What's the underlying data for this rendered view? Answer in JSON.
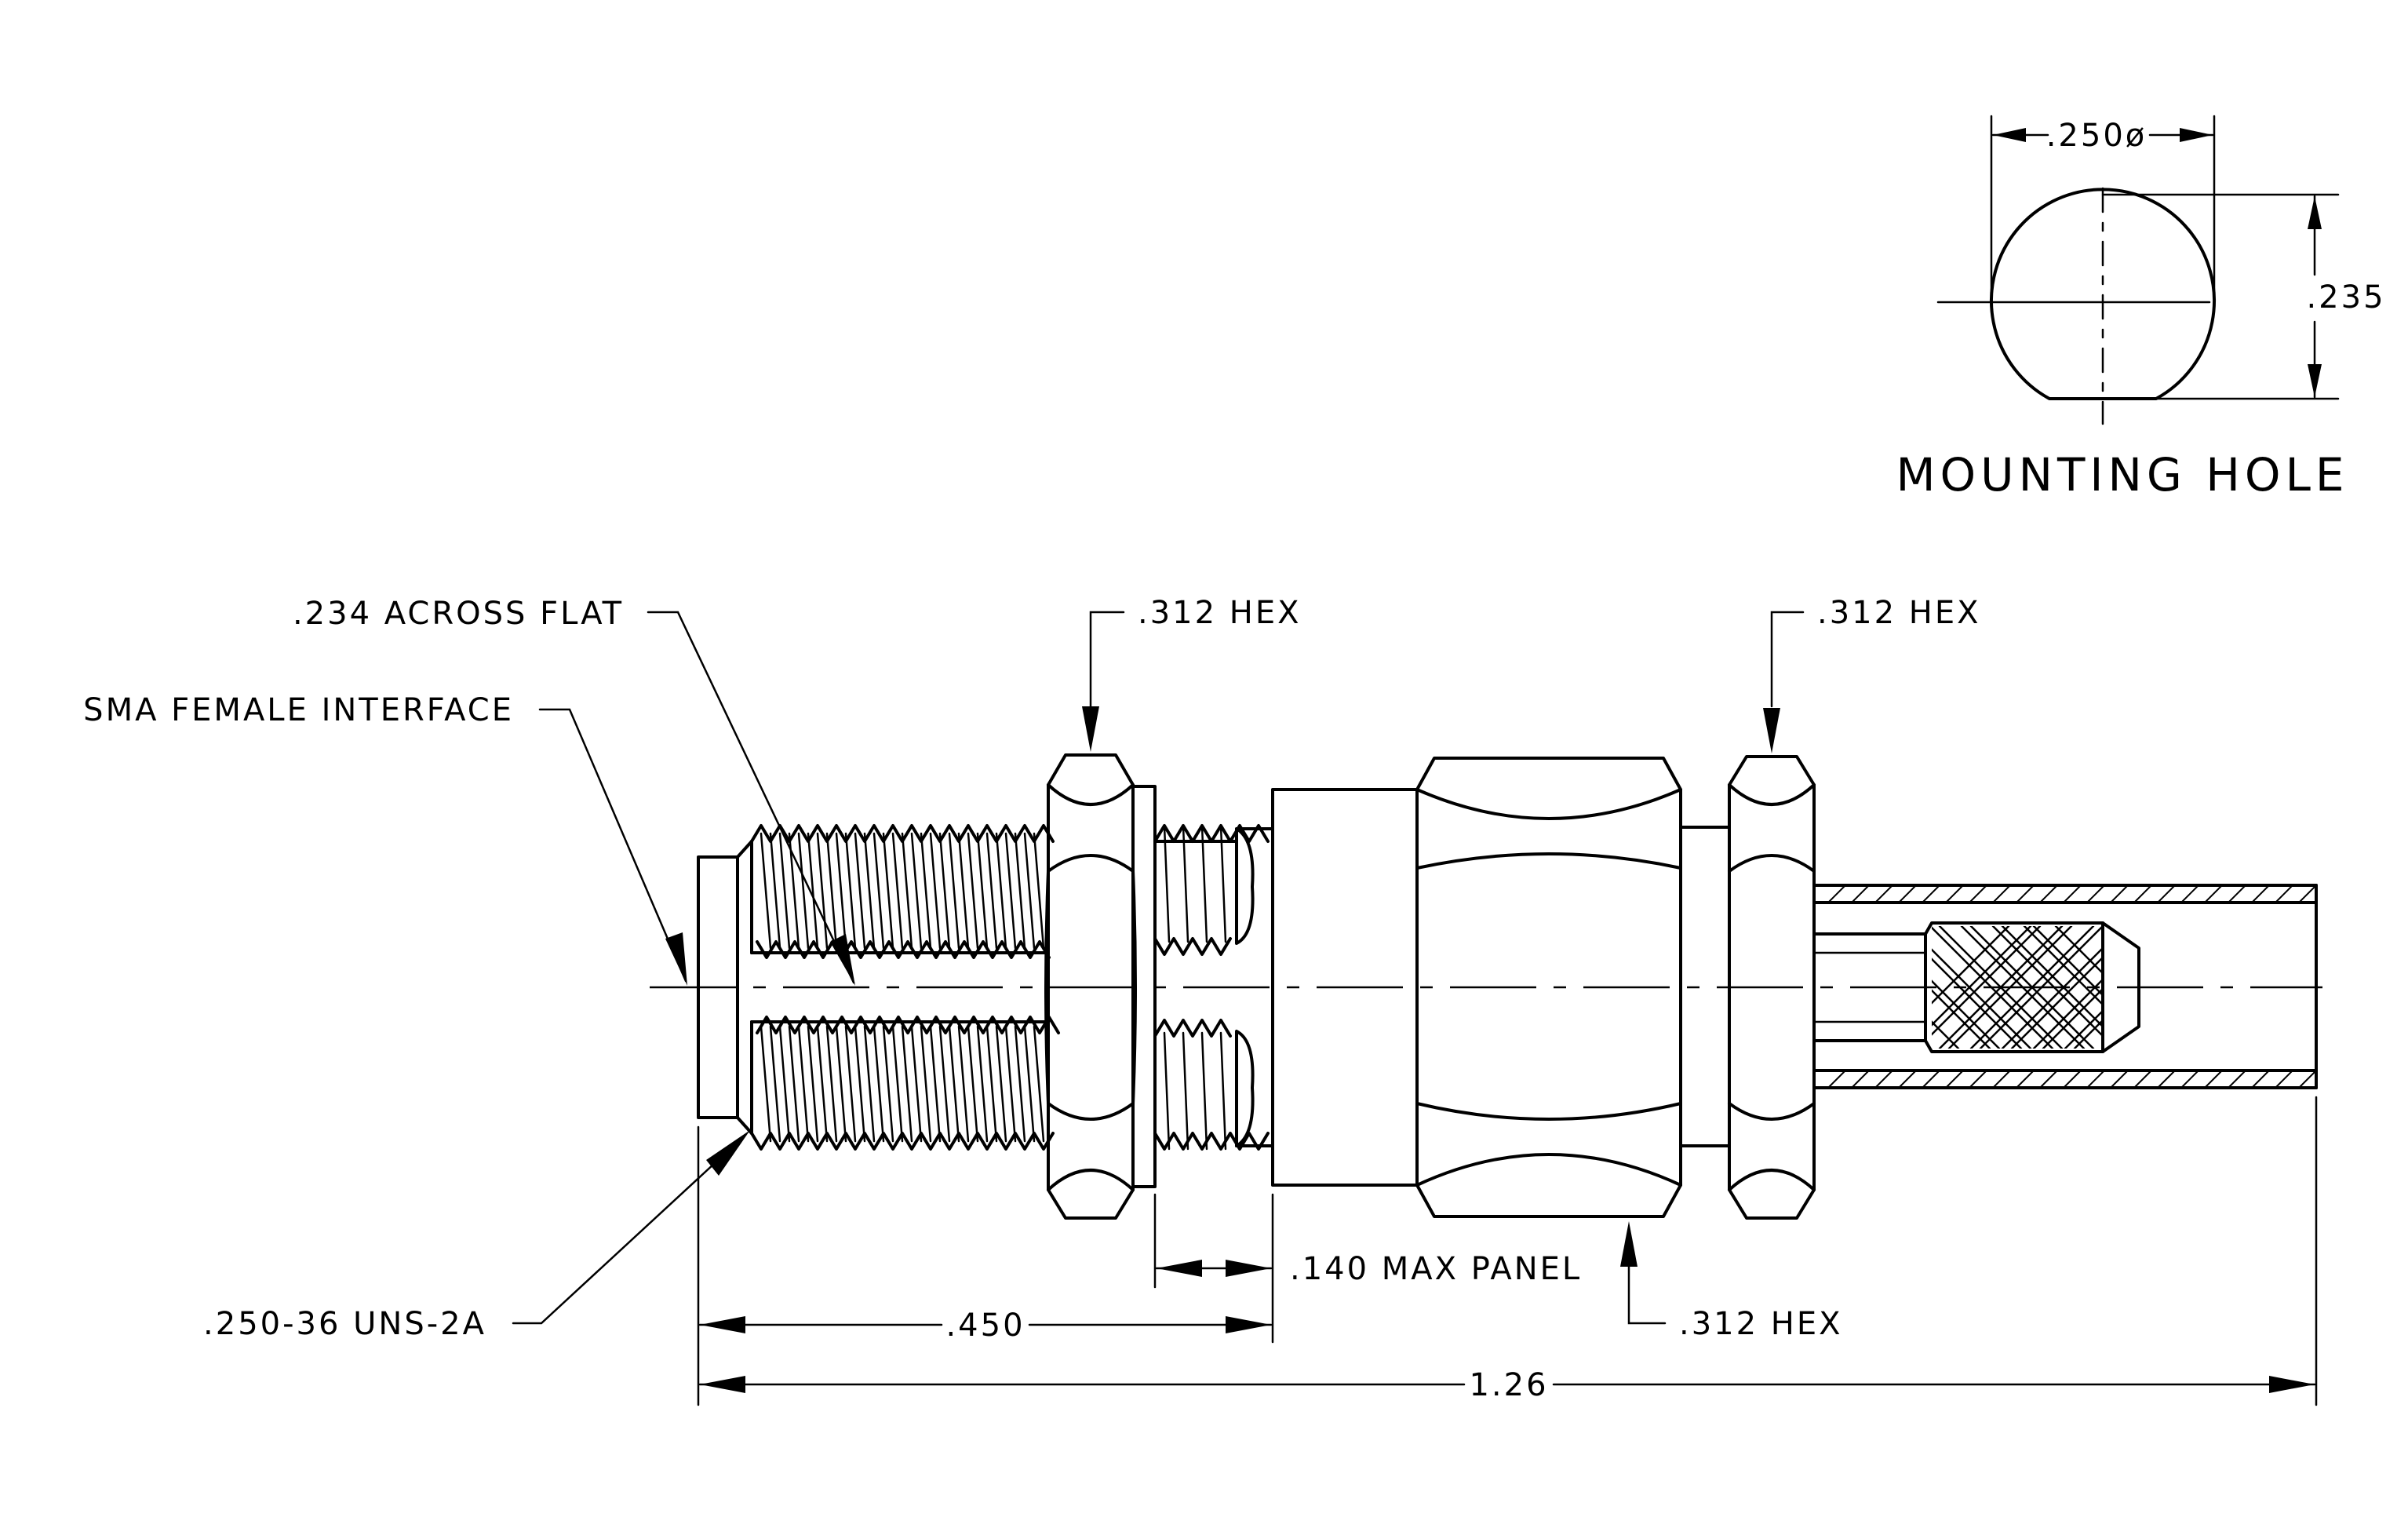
{
  "mounting_hole": {
    "title": "MOUNTING HOLE",
    "diameter": ".250ø",
    "flat": ".235"
  },
  "callouts": {
    "across_flat": ".234 ACROSS FLAT",
    "sma_interface": "SMA FEMALE INTERFACE",
    "thread": ".250-36 UNS-2A",
    "hex_nut_1": ".312 HEX",
    "hex_nut_2": ".312 HEX",
    "hex_body": ".312 HEX",
    "panel": ".140 MAX PANEL"
  },
  "dimensions": {
    "front_length": ".450",
    "overall_length": "1.26"
  }
}
